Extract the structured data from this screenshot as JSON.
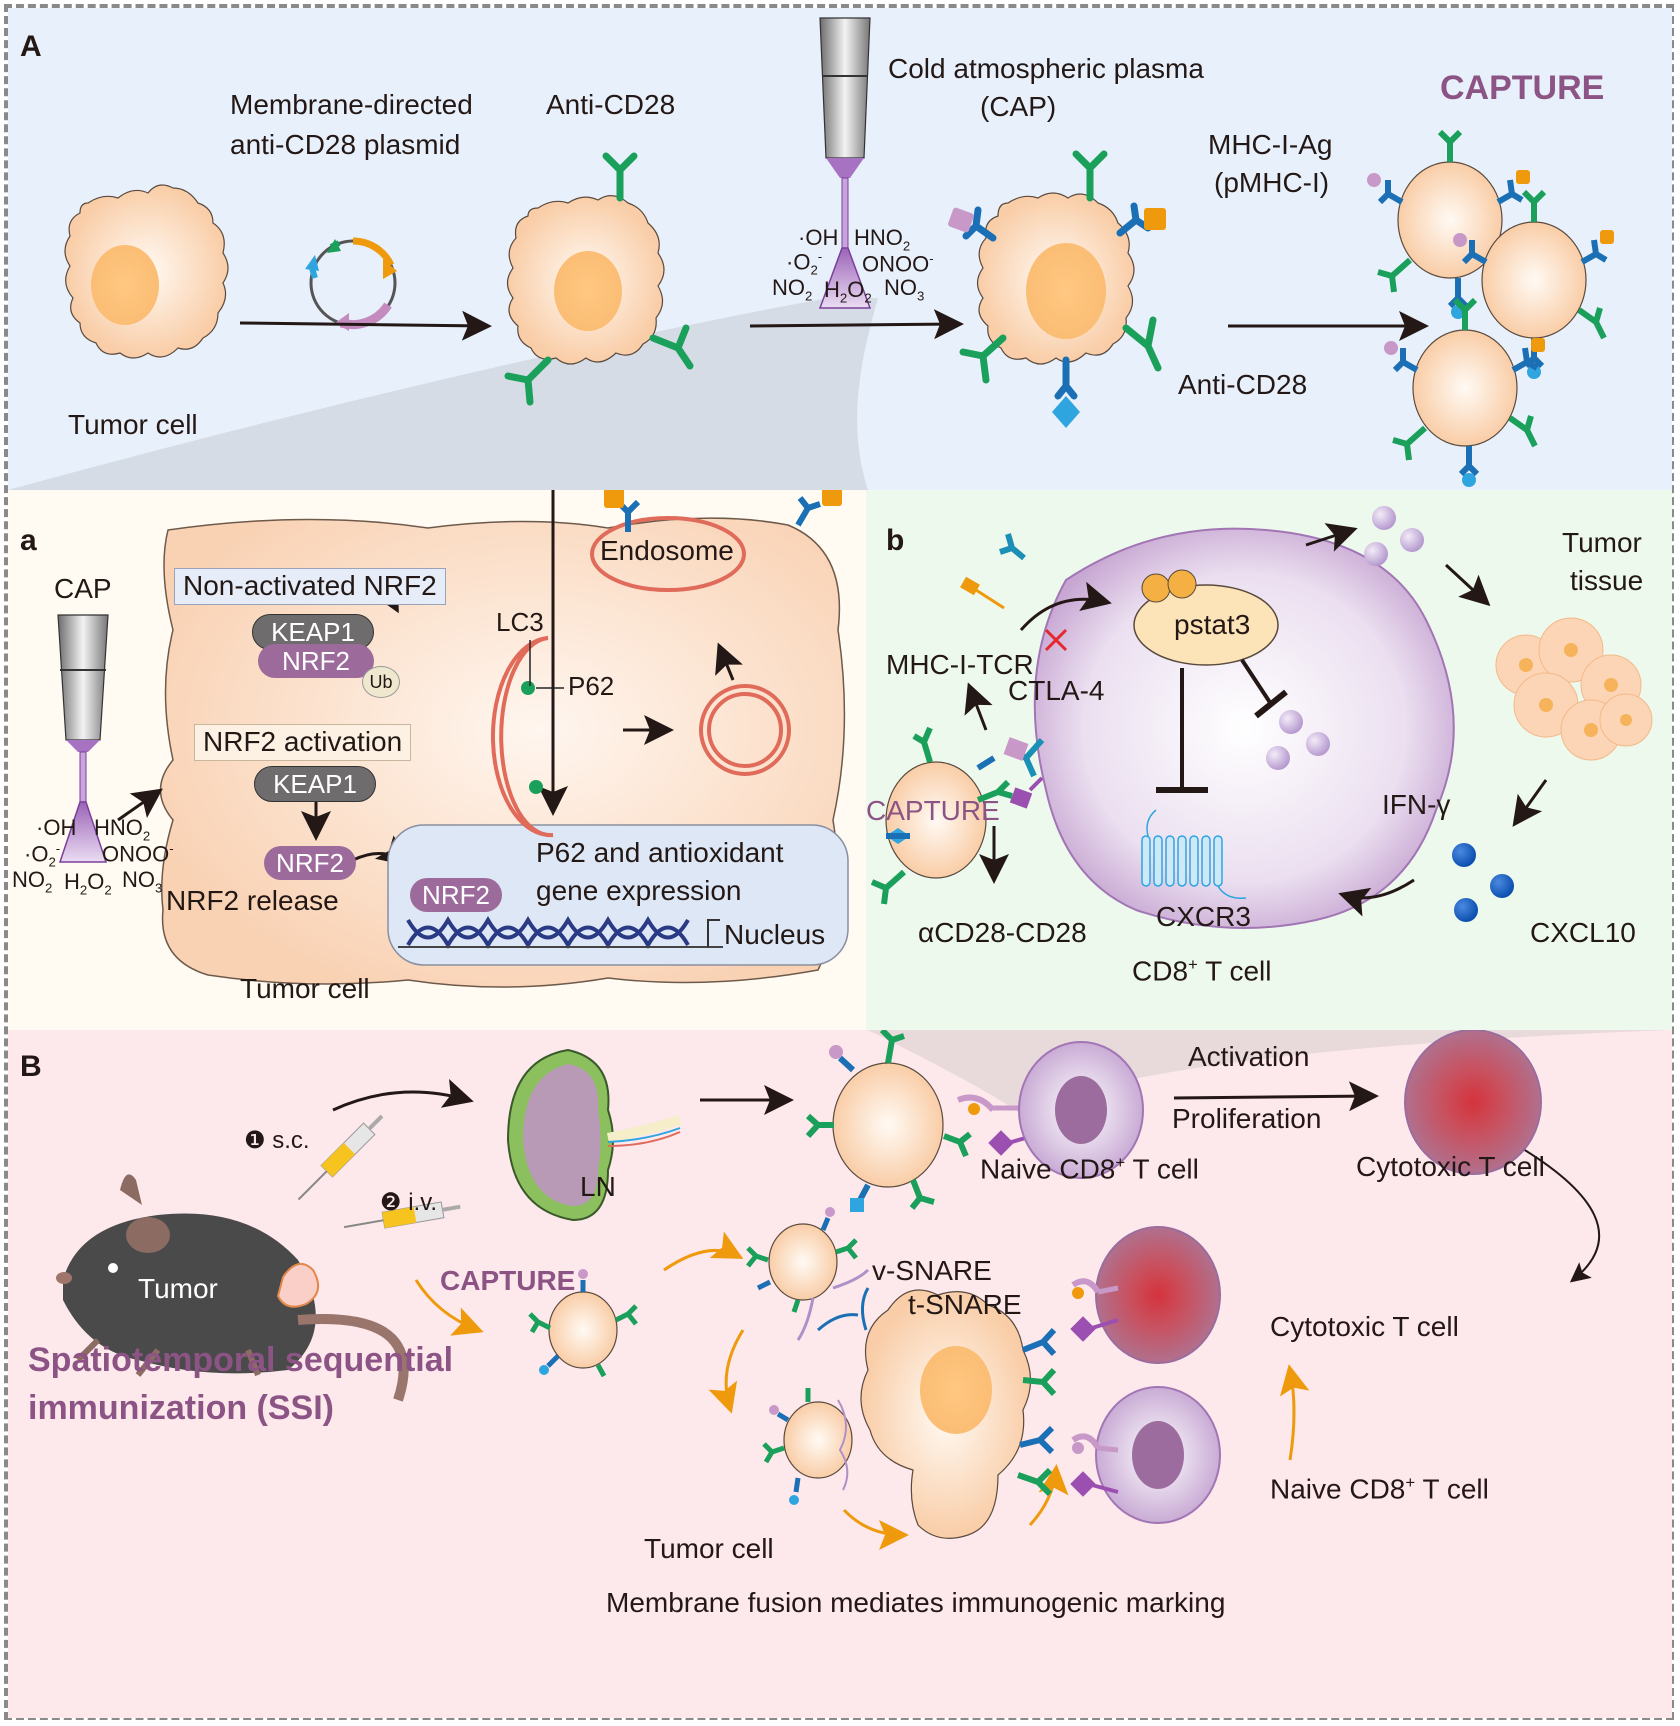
{
  "panels": {
    "A": {
      "letter": "A",
      "labels": {
        "plasmid_line1": "Membrane-directed",
        "plasmid_line2": "anti-CD28 plasmid",
        "anti_cd28_top": "Anti-CD28",
        "cap_line1": "Cold atmospheric plasma",
        "cap_line2": "(CAP)",
        "mhc_line1": "MHC-I-Ag",
        "mhc_line2": "(pMHC-I)",
        "anti_cd28_bottom": "Anti-CD28",
        "capture": "CAPTURE",
        "tumor_cell": "Tumor cell"
      },
      "reactive_species": {
        "oh": "·OH",
        "o2": "·O",
        "no2": "NO",
        "h2o2_h": "H",
        "h2o2_o": "O",
        "hno2": "HNO",
        "onoo": "ONOO",
        "no3": "NO"
      }
    },
    "a": {
      "letter": "a",
      "labels": {
        "cap": "CAP",
        "non_activated": "Non-activated NRF2",
        "keap1_top": "KEAP1",
        "nrf2_top": "NRF2",
        "ub": "Ub",
        "nrf2_activation": "NRF2 activation",
        "keap1_mid": "KEAP1",
        "nrf2_release_pill": "NRF2",
        "nrf2_release": "NRF2 release",
        "nrf2_nucleus": "NRF2",
        "gene_line1": "P62 and antioxidant",
        "gene_line2": "gene expression",
        "nucleus": "Nucleus",
        "lc3": "LC3",
        "p62": "P62",
        "endosome": "Endosome",
        "tumor_cell": "Tumor cell"
      }
    },
    "b": {
      "letter": "b",
      "labels": {
        "mhc_tcr": "MHC-I-TCR",
        "ctla4": "CTLA-4",
        "pstat3": "pstat3",
        "capture": "CAPTURE",
        "acd28": "αCD28-CD28",
        "cxcr3": "CXCR3",
        "cd8": "CD8",
        "cd8_sup": "+",
        "cd8_suffix": " T cell",
        "ifn": "IFN-γ",
        "tumor_tissue_1": "Tumor",
        "tumor_tissue_2": "tissue",
        "cxcl10": "CXCL10"
      }
    },
    "B": {
      "letter": "B",
      "labels": {
        "ln": "LN",
        "sc_num": "❶",
        "sc": "s.c.",
        "iv_num": "❷",
        "iv": "i.v.",
        "tumor": "Tumor",
        "capture": "CAPTURE",
        "ssi_line1": "Spatiotemporal sequential",
        "ssi_line2": "immunization (SSI)",
        "activation": "Activation",
        "proliferation": "Proliferation",
        "naive_top": "Naive CD8",
        "naive_sup": "+",
        "naive_suffix": " T cell",
        "cytotoxic_top": "Cytotoxic T cell",
        "v_snare": "v-SNARE",
        "t_snare": "t-SNARE",
        "cytotoxic_bottom": "Cytotoxic T cell",
        "naive_bottom": "Naive CD8",
        "naive_bottom_sup": "+",
        "naive_bottom_suffix": " T cell",
        "tumor_cell": "Tumor cell",
        "membrane_fusion": "Membrane fusion mediates immunogenic marking"
      }
    }
  },
  "colors": {
    "panel_A_bg": "#e8f0fb",
    "panel_a_bg": "#fffbf3",
    "panel_b_bg": "#eef9ee",
    "panel_B_bg": "#fde8ec",
    "capture_purple": "#8c5484",
    "antibody_green": "#1aa05a",
    "antibody_blue": "#1b6fb5",
    "antigen_orange": "#ee9a0c",
    "antigen_pink": "#c898c8",
    "antigen_cyan": "#2fa5e0",
    "arrow_orange": "#ee9a0c"
  }
}
